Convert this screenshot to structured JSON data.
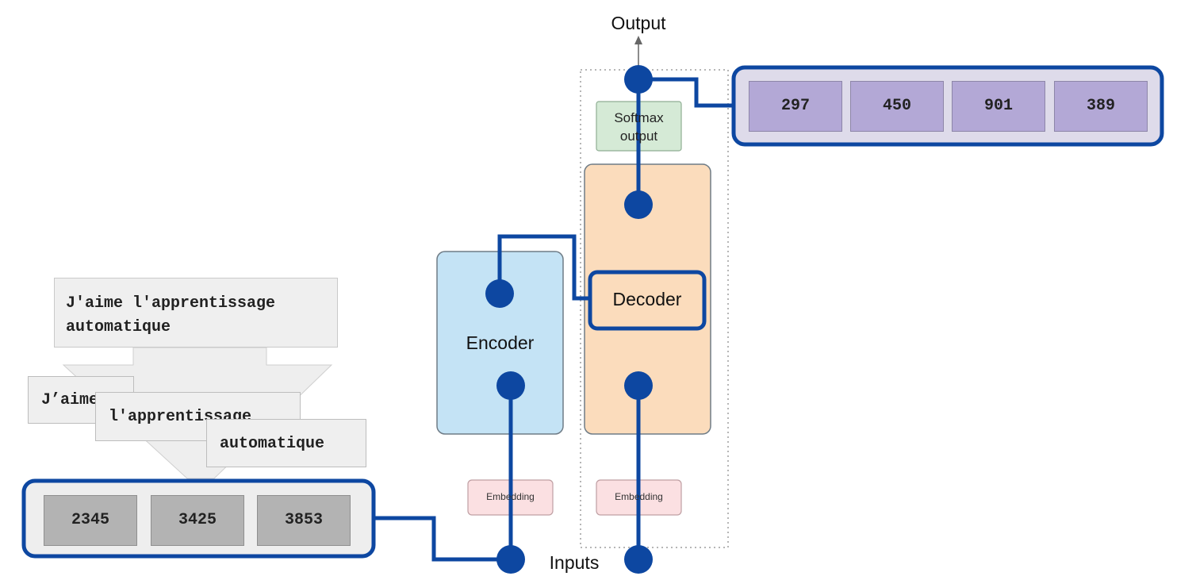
{
  "output_label": "Output",
  "inputs_label": "Inputs",
  "softmax_label": "Softmax\noutput",
  "encoder_label": "Encoder",
  "decoder_label": "Decoder",
  "embedding_label": "Embedding",
  "source_sentence": "J'aime l'apprentissage\nautomatique",
  "tokens": [
    "J’aime",
    "l'apprentissage",
    "automatique"
  ],
  "input_ids": [
    "2345",
    "3425",
    "3853"
  ],
  "output_ids": [
    "297",
    "450",
    "901",
    "389"
  ],
  "colors": {
    "encoder_fill": "#c4e3f5",
    "decoder_fill": "#fbdcbc",
    "softmax_fill": "#d5ead6",
    "embedding_fill": "#fbe0e2",
    "link_blue": "#0d47a1",
    "id_input_cell": "#b3b3b3",
    "id_output_cell": "#b3a8d6"
  }
}
